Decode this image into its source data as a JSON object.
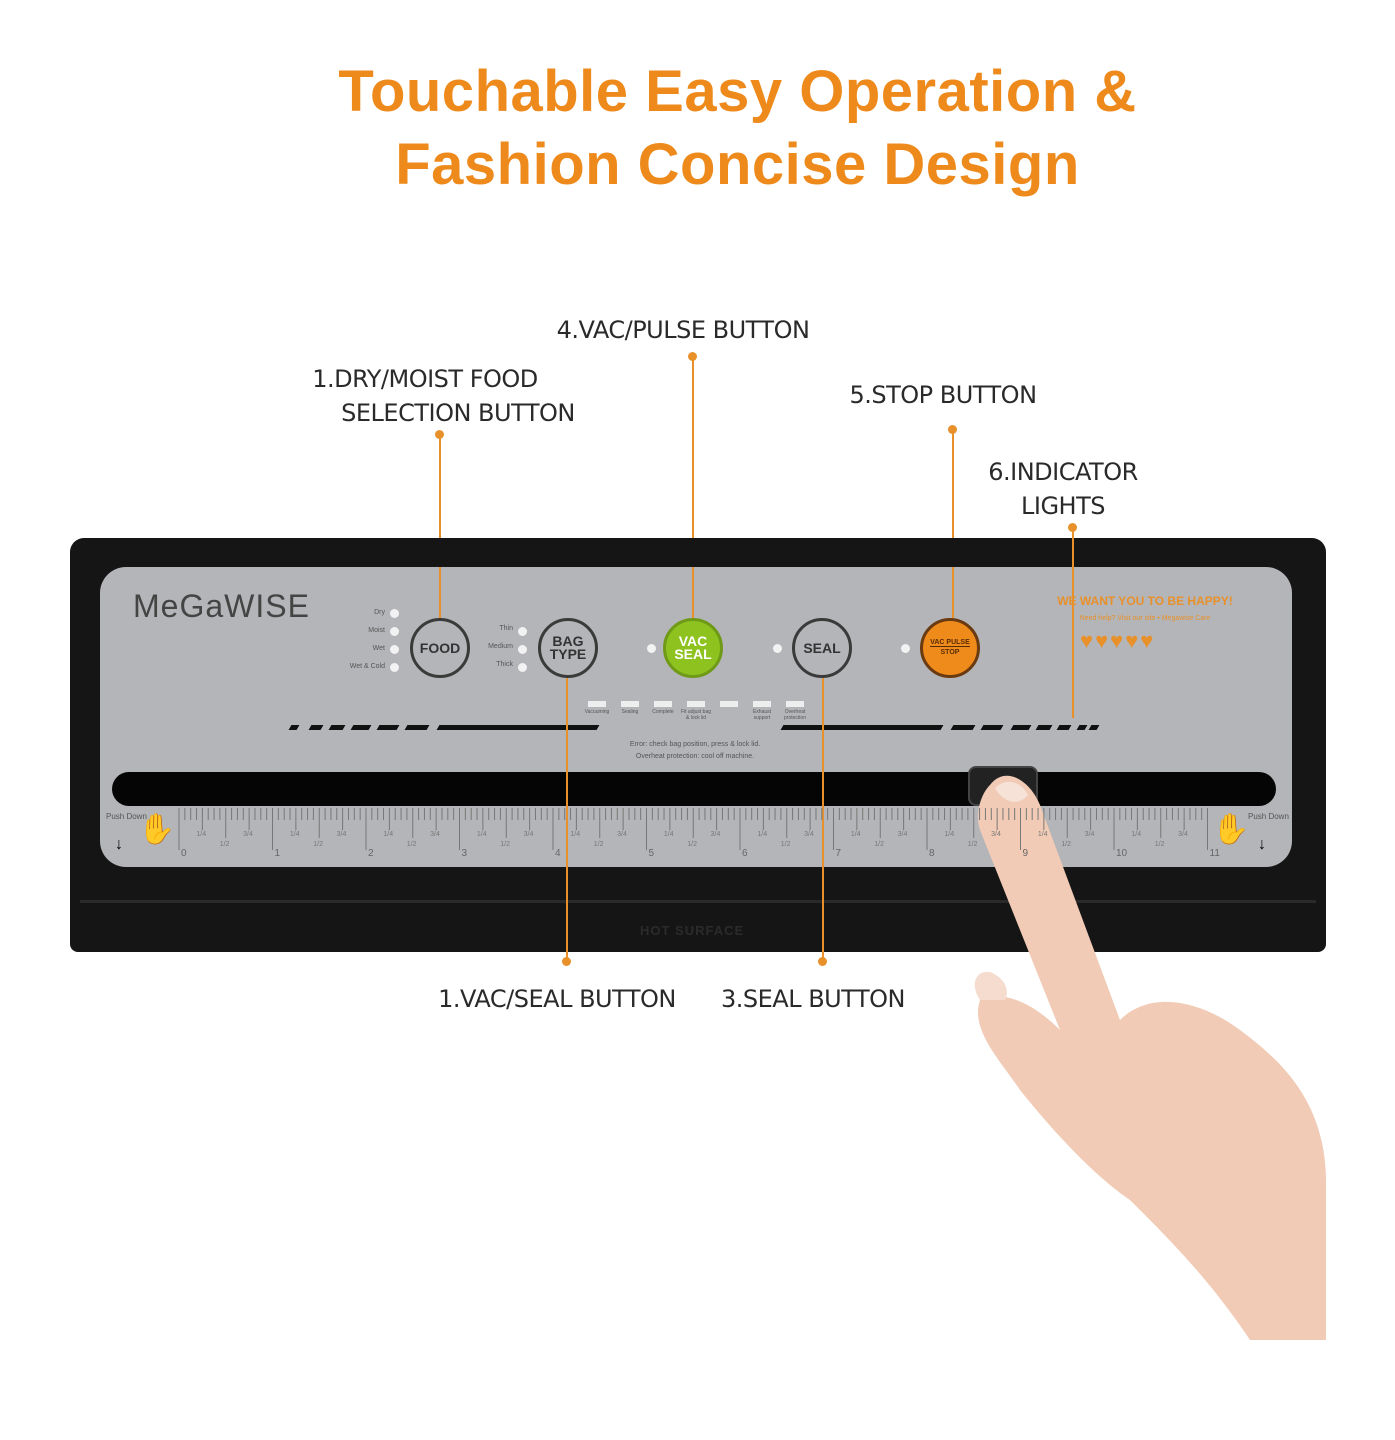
{
  "title": {
    "line1": "Touchable Easy Operation &",
    "line2": "Fashion Concise Design"
  },
  "callouts": {
    "vac_pulse": "4.VAC/PULSE BUTTON",
    "food_line1": "1.DRY/MOIST FOOD",
    "food_line2": "SELECTION BUTTON",
    "stop": "5.STOP BUTTON",
    "indicator_line1": "6.INDICATOR",
    "indicator_line2": "LIGHTS",
    "vac_seal": "1.VAC/SEAL BUTTON",
    "seal": "3.SEAL BUTTON"
  },
  "device": {
    "brand": "MeGaWISE",
    "food_options": [
      "Dry",
      "Moist",
      "Wet",
      "Wet & Cold"
    ],
    "bag_options": [
      "Thin",
      "Medium",
      "Thick"
    ],
    "buttons": {
      "food": "FOOD",
      "bag_type_1": "BAG",
      "bag_type_2": "TYPE",
      "vac_seal_1": "VAC",
      "vac_seal_2": "SEAL",
      "seal": "SEAL",
      "vac_pulse": "VAC PULSE",
      "stop": "STOP"
    },
    "indicators": [
      "Vacuuming",
      "Sealing",
      "Complete",
      "Fit adjust bag & lock lid",
      "",
      "Exhaust support",
      "Overheat protection"
    ],
    "error_line1": "Error: check bag position, press & lock lid.",
    "error_line2": "Overheat protection: cool off machine.",
    "happy": "WE WANT YOU TO BE HAPPY!",
    "happy_sub": "Need help? Visit our site • Megawise Care",
    "push_down": "Push Down",
    "hot_surface": "HOT SURFACE",
    "ruler_numbers": [
      "0",
      "1",
      "2",
      "3",
      "4",
      "5",
      "6",
      "7",
      "8",
      "9",
      "10",
      "11"
    ],
    "ruler_fractions": [
      "1/4",
      "1/2",
      "3/4"
    ]
  },
  "colors": {
    "accent": "#ee8a1c",
    "green": "#8dc21f",
    "orange_button": "#ef8b1a"
  }
}
